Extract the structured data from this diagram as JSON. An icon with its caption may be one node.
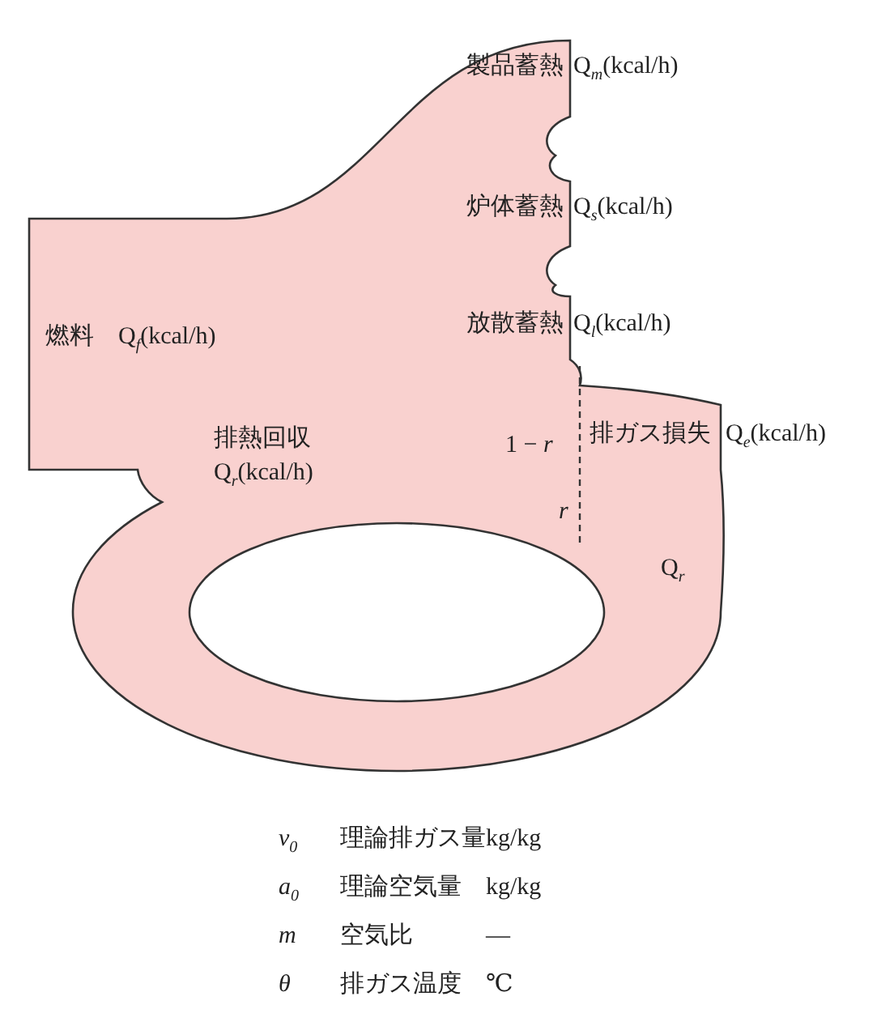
{
  "diagram": {
    "labels": [
      "製品蓄熱",
      "Q$_{m}$(kcal/h)",
      "炉体蓄熱",
      "Q$_{s}$(kcal/h)",
      "放散蓄熱",
      "Q$_{l}$(kcal/h)",
      "燃料　Q$_{f}$(kcal/h)",
      "排熱回収",
      "Q$_{r}$(kcal/h)",
      "1 − *r*",
      "排ガス損失",
      "Q$_{e}$(kcal/h)",
      "*r*",
      "Q$_{r}$",
      "*v*$_{0}$",
      "理論排ガス量",
      "kg/kg",
      "*a*$_{0}$",
      "理論空気量",
      "kg/kg",
      "*m*",
      "空気比",
      "—",
      "*θ*",
      "排ガス温度",
      "℃"
    ]
  }
}
